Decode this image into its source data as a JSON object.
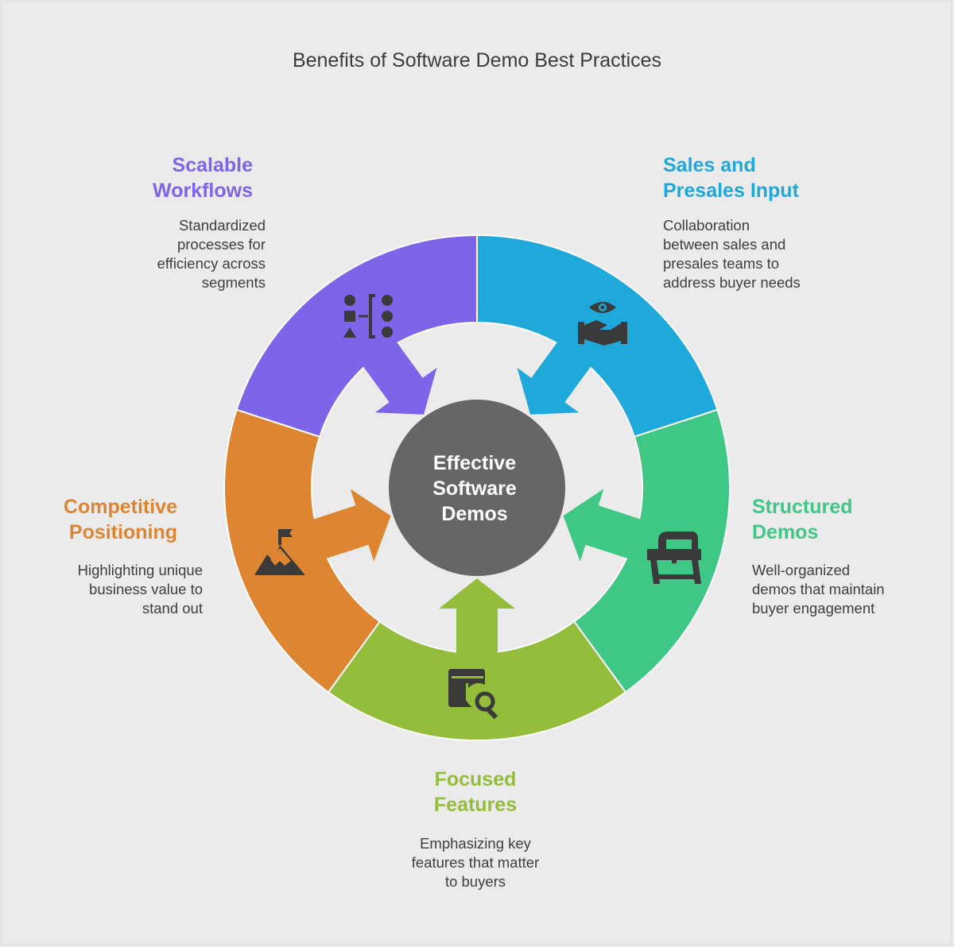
{
  "title": "Benefits of Software Demo Best Practices",
  "center": {
    "lines": [
      "Effective",
      "Software",
      "Demos"
    ],
    "color": "#666666"
  },
  "segments": [
    {
      "id": "sales-presales-input",
      "title_lines": [
        "Sales and",
        "Presales Input"
      ],
      "description_lines": [
        "Collaboration",
        "between sales and",
        "presales teams to",
        "address buyer needs"
      ],
      "color": "#1ea9da",
      "icon": "handshake-eye-icon"
    },
    {
      "id": "structured-demos",
      "title_lines": [
        "Structured",
        "Demos"
      ],
      "description_lines": [
        "Well-organized",
        "demos that maintain",
        "buyer engagement"
      ],
      "color": "#3ec785",
      "icon": "sewing-machine-icon"
    },
    {
      "id": "focused-features",
      "title_lines": [
        "Focused",
        "Features"
      ],
      "description_lines": [
        "Emphasizing key",
        "features that matter",
        "to buyers"
      ],
      "color": "#93bd3a",
      "icon": "feature-search-icon"
    },
    {
      "id": "competitive-positioning",
      "title_lines": [
        "Competitive",
        "Positioning"
      ],
      "description_lines": [
        "Highlighting unique",
        "business value to",
        "stand out"
      ],
      "color": "#de8532",
      "icon": "mountain-flag-icon"
    },
    {
      "id": "scalable-workflows",
      "title_lines": [
        "Scalable",
        "Workflows"
      ],
      "description_lines": [
        "Standardized",
        "processes for",
        "efficiency across",
        "segments"
      ],
      "color": "#7e64e8",
      "icon": "workflow-shapes-icon"
    }
  ]
}
